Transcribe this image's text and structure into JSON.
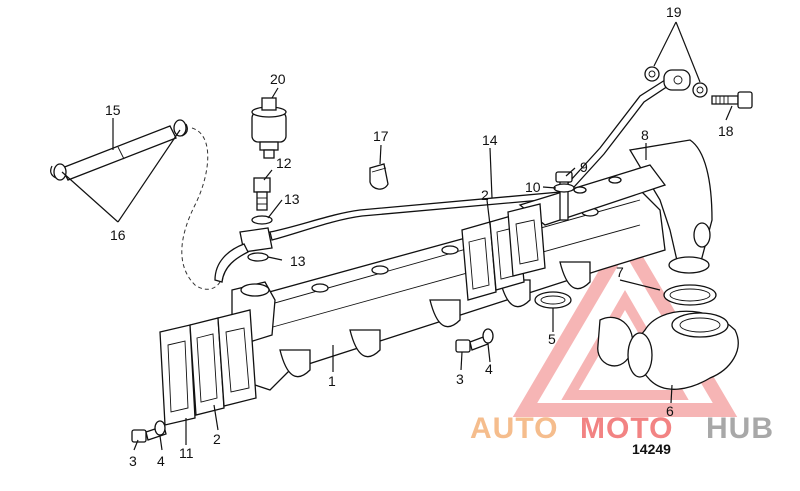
{
  "diagram": {
    "figure_number": "14249",
    "callouts": {
      "c1": "1",
      "c2a": "2",
      "c2b": "2",
      "c3a": "3",
      "c3b": "3",
      "c4a": "4",
      "c4b": "4",
      "c5": "5",
      "c6": "6",
      "c7": "7",
      "c8": "8",
      "c9": "9",
      "c10": "10",
      "c11": "11",
      "c12": "12",
      "c13a": "13",
      "c13b": "13",
      "c14": "14",
      "c15": "15",
      "c16": "16",
      "c17": "17",
      "c18": "18",
      "c19": "19",
      "c20": "20"
    }
  },
  "watermark": {
    "part1": "AUTO",
    "part2": "MOTO",
    "part3": "HUB",
    "color_auto": "#f4b27a",
    "color_moto": "#f06e6e",
    "color_hub": "#9a9a9a",
    "triangle_color": "#f08080"
  }
}
